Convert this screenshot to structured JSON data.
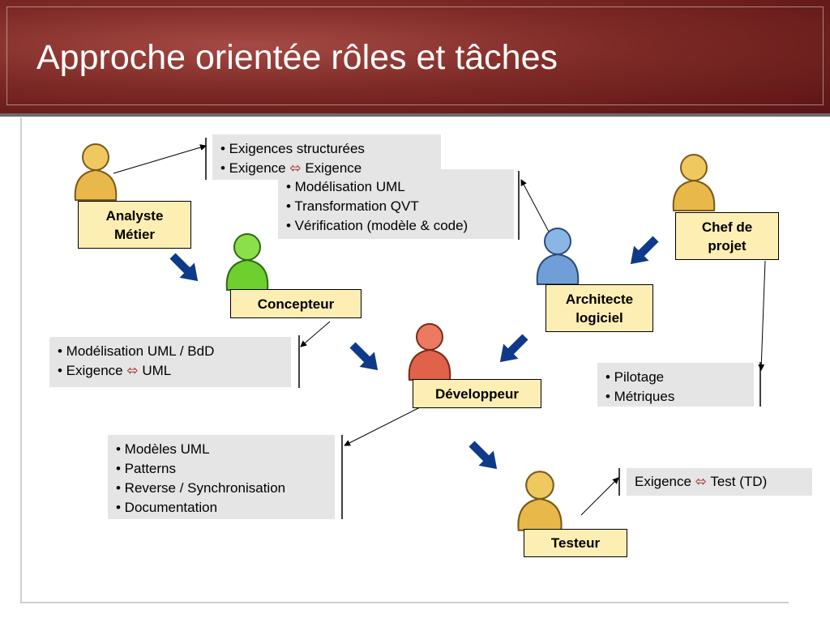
{
  "title": "Approche orientée rôles et tâches",
  "roles": {
    "analyste_line1": "Analyste",
    "analyste_line2": "Métier",
    "concepteur": "Concepteur",
    "architecte_line1": "Architecte",
    "architecte_line2": "logiciel",
    "chef_line1": "Chef de",
    "chef_line2": "projet",
    "developpeur": "Développeur",
    "testeur": "Testeur"
  },
  "tasks": {
    "analyste": [
      "• Exigences structurées",
      "• Exigence",
      "Exigence"
    ],
    "architecte": [
      "• Modélisation UML",
      "• Transformation QVT",
      "• Vérification (modèle & code)"
    ],
    "concepteur": [
      "• Modélisation UML / BdD",
      "• Exigence",
      "UML"
    ],
    "chef": [
      "• Pilotage",
      "• Métriques"
    ],
    "developpeur": [
      "• Modèles UML",
      "• Patterns",
      "• Reverse / Synchronisation",
      "• Documentation"
    ],
    "testeur": [
      "Exigence",
      "Test (TD)"
    ]
  },
  "symbols": {
    "bidir_arrow": "⬄"
  },
  "colors": {
    "role_box": "#fdeeb4",
    "task_box": "#e5e5e5",
    "flow_arrow": "#0f3a8a",
    "person_yellow": "#e8b84a",
    "person_green": "#6fcf2e",
    "person_blue": "#6f9fd6",
    "person_red": "#e0624a"
  },
  "icons": [
    "person-icon",
    "flow-arrow-icon",
    "bidirectional-arrow-icon"
  ]
}
